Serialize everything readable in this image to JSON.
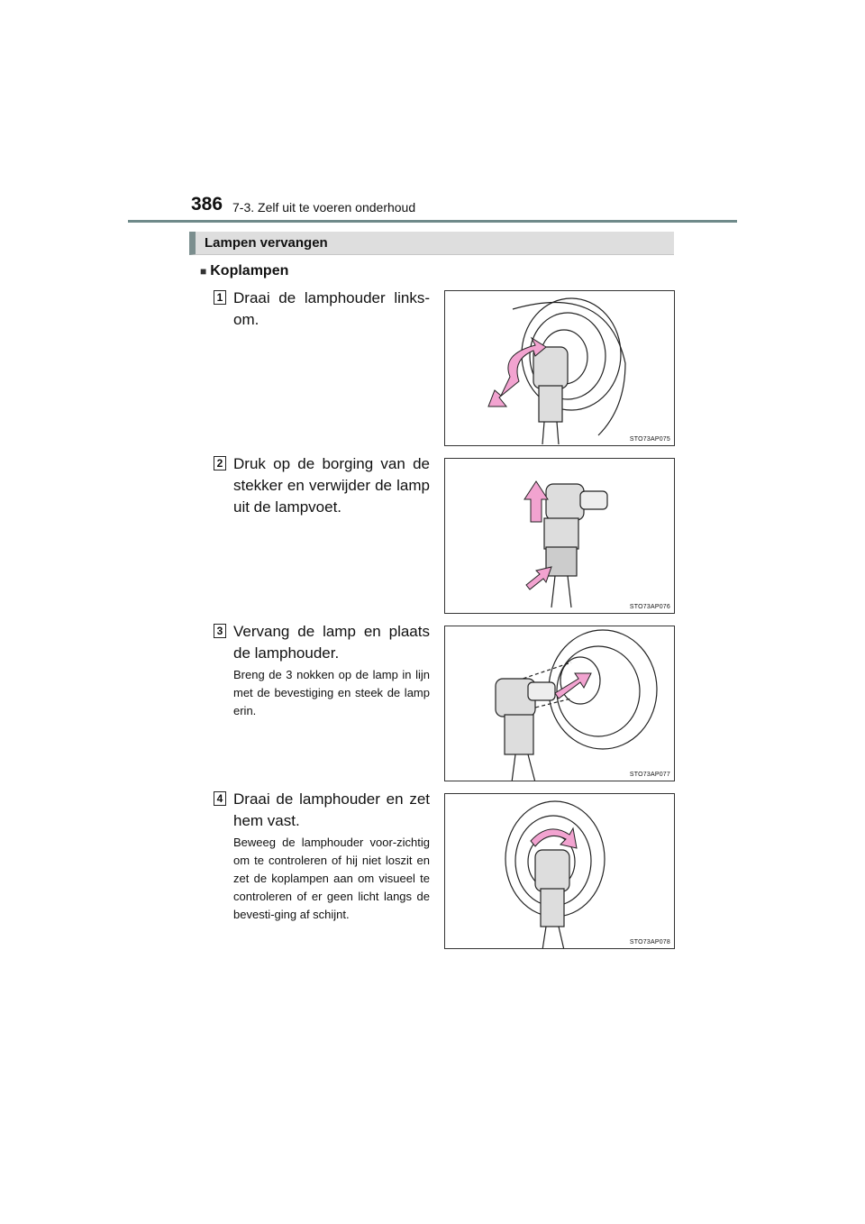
{
  "header": {
    "page_number": "386",
    "chapter": "7-3. Zelf uit te voeren onderhoud"
  },
  "section": {
    "title": "Lampen vervangen",
    "subtitle_marker": "■",
    "subtitle": "Koplampen"
  },
  "steps": [
    {
      "number": "1",
      "text": "Draai de lamphouder links-om.",
      "note": "",
      "figure_code": "STO73AP075"
    },
    {
      "number": "2",
      "text": "Druk op de borging van de stekker en verwijder de lamp uit de lampvoet.",
      "note": "",
      "figure_code": "STO73AP076"
    },
    {
      "number": "3",
      "text": "Vervang de lamp en plaats de lamphouder.",
      "note": "Breng de 3 nokken op de lamp in lijn met de bevestiging en steek de lamp erin.",
      "figure_code": "STO73AP077"
    },
    {
      "number": "4",
      "text": "Draai de lamphouder en zet hem vast.",
      "note": "Beweeg de lamphouder voor-zichtig om te controleren of hij niet loszit en zet de koplampen aan om visueel te controleren of er geen licht langs de bevesti-ging af schijnt.",
      "figure_code": "STO73AP078"
    }
  ],
  "colors": {
    "arrow": "#f2a3d0",
    "header_rule": "#6f8a8a",
    "section_bar": "#dedede"
  }
}
